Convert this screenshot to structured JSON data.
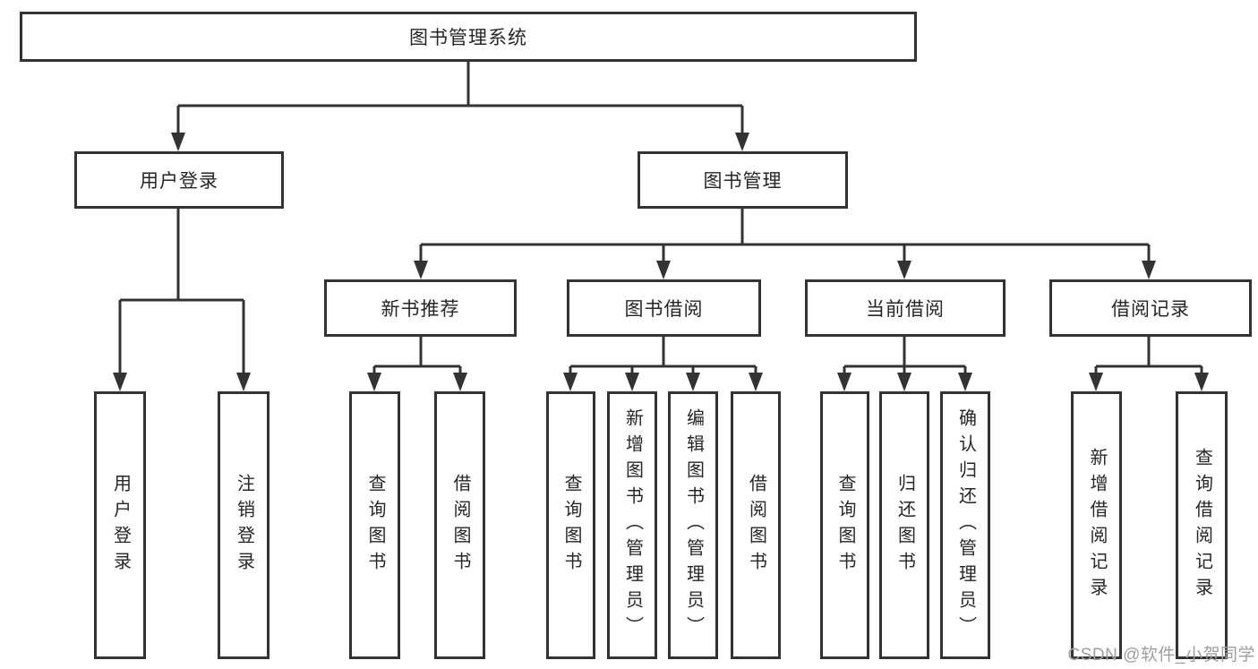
{
  "colors": {
    "line": "#333333",
    "box_border": "#333333",
    "text": "#262626",
    "watermark": "#9e9e9e",
    "background": "#ffffff"
  },
  "watermark": {
    "text": "CSDN @软件_小贺同学"
  },
  "tree": {
    "root": {
      "label": "图书管理系统",
      "children": [
        {
          "label": "用户登录",
          "children": [
            {
              "label": "用户登录"
            },
            {
              "label": "注销登录"
            }
          ]
        },
        {
          "label": "图书管理",
          "children": [
            {
              "label": "新书推荐",
              "children": [
                {
                  "label": "查询图书"
                },
                {
                  "label": "借阅图书"
                }
              ]
            },
            {
              "label": "图书借阅",
              "children": [
                {
                  "label": "查询图书"
                },
                {
                  "label": "新增图书（管理员）"
                },
                {
                  "label": "编辑图书（管理员）"
                },
                {
                  "label": "借阅图书"
                }
              ]
            },
            {
              "label": "当前借阅",
              "children": [
                {
                  "label": "查询图书"
                },
                {
                  "label": "归还图书"
                },
                {
                  "label": "确认归还（管理员）"
                }
              ]
            },
            {
              "label": "借阅记录",
              "children": [
                {
                  "label": "新增借阅记录"
                },
                {
                  "label": "查询借阅记录"
                }
              ]
            }
          ]
        }
      ]
    }
  }
}
